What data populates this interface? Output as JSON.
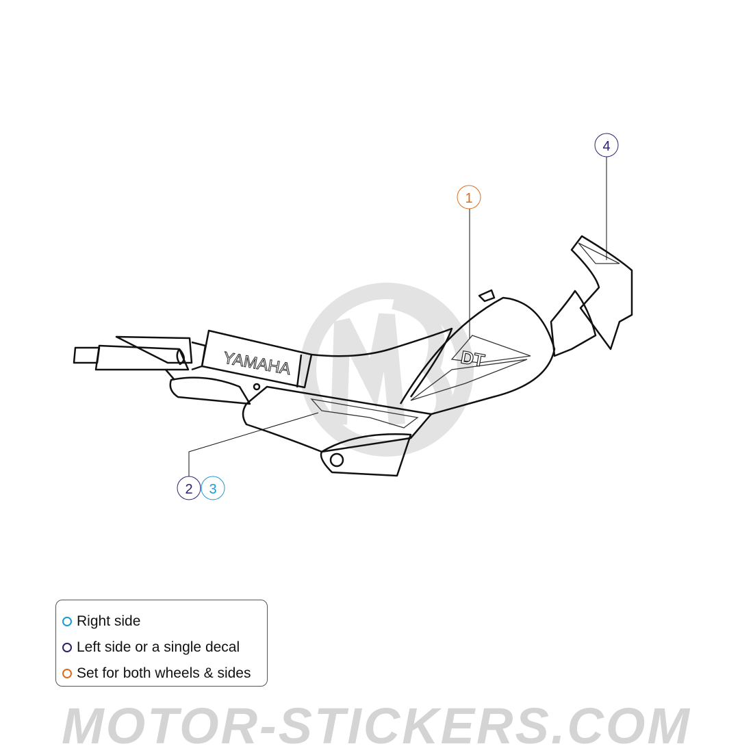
{
  "callouts": [
    {
      "number": "1",
      "color": "#e06a1a"
    },
    {
      "number": "2",
      "color": "#2a2070"
    },
    {
      "number": "3",
      "color": "#1a9ad6"
    },
    {
      "number": "4",
      "color": "#2a2070"
    }
  ],
  "decal_texts": {
    "brand": "YAMAHA",
    "model": "DT"
  },
  "legend": [
    {
      "label": "Right side",
      "color": "#1a9ad6"
    },
    {
      "label": "Left side or a single decal",
      "color": "#2a2070"
    },
    {
      "label": "Set for both wheels & sides",
      "color": "#e06a1a"
    }
  ],
  "watermark": {
    "logo": "MS",
    "footer": "MOTOR-STICKERS.COM"
  }
}
